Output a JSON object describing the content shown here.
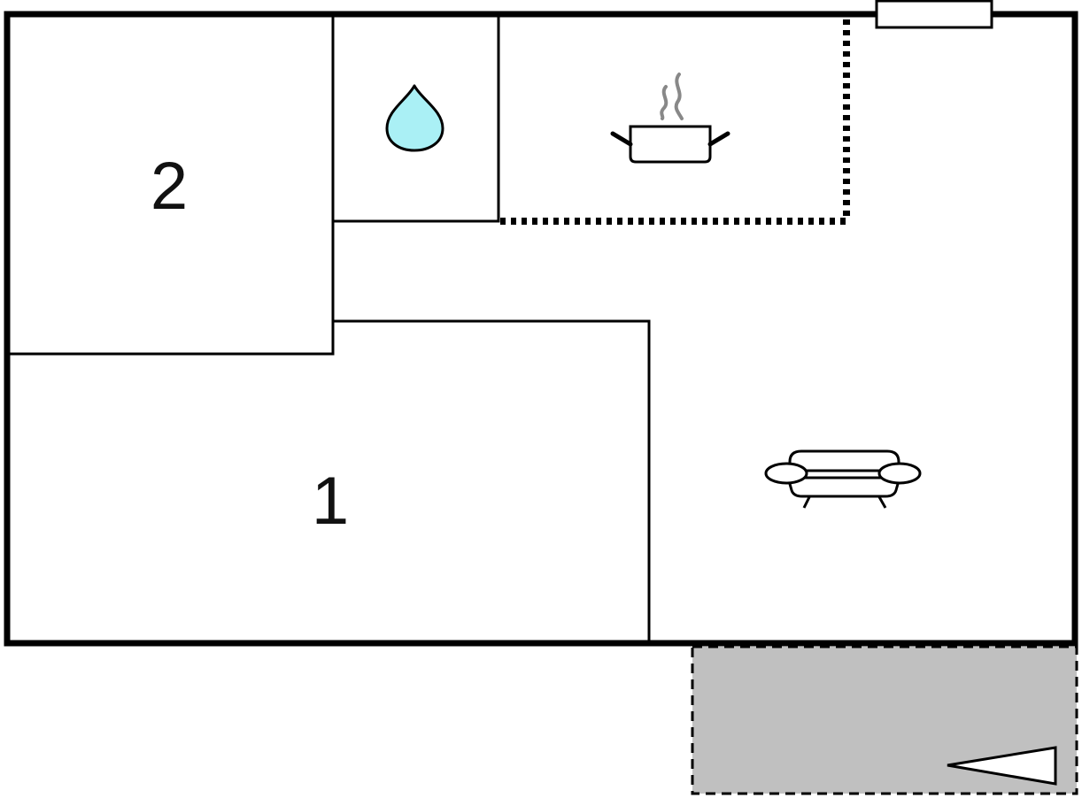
{
  "floorplan": {
    "rooms": [
      {
        "id": "room-1",
        "label": "1",
        "kind": "bedroom"
      },
      {
        "id": "room-2",
        "label": "2",
        "kind": "bedroom"
      },
      {
        "id": "bathroom",
        "label": "",
        "icon": "water-drop-icon"
      },
      {
        "id": "kitchen",
        "label": "",
        "icon": "cooking-pot-icon"
      },
      {
        "id": "living-room",
        "label": "",
        "icon": "sofa-icon"
      },
      {
        "id": "terrace",
        "label": "",
        "icon": "entrance-arrow-icon"
      }
    ],
    "colors": {
      "wall": "#000000",
      "water_drop": "#aaf0f5",
      "steam": "#888888",
      "terrace_fill": "#c0c0c0",
      "background": "#ffffff"
    }
  }
}
